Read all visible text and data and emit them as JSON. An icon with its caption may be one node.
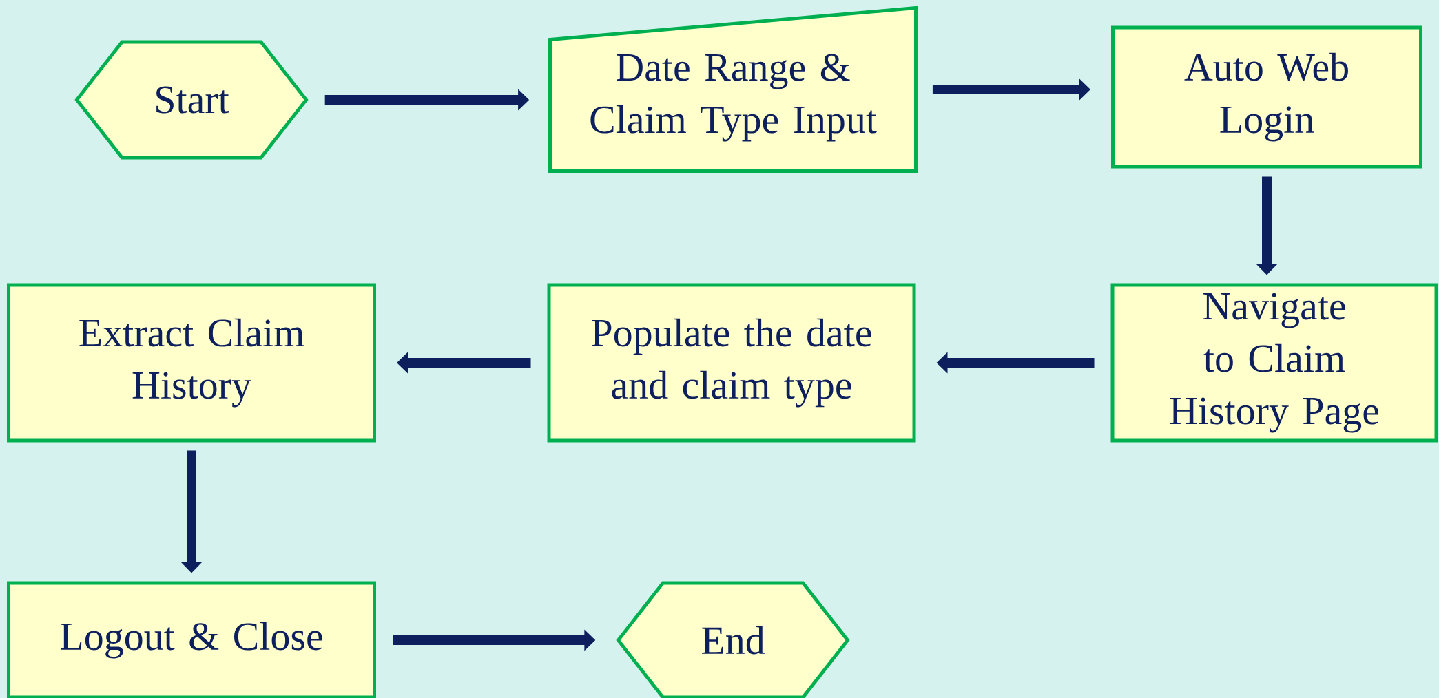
{
  "diagram": {
    "nodes": [
      {
        "text": [
          "Start"
        ]
      },
      {
        "text": [
          "Date Range & Claim Type Input"
        ]
      },
      {
        "text": [
          "Auto Web Login"
        ]
      },
      {
        "text": [
          "Navigate to Claim History Page"
        ]
      },
      {
        "text": [
          "Populate the date and claim type"
        ]
      },
      {
        "text": [
          "Extract Claim History"
        ]
      },
      {
        "text": [
          "Logout & Close"
        ]
      },
      {
        "text": [
          "End"
        ]
      }
    ],
    "edges": [
      {
        "from": 0,
        "to": 1,
        "arrow": "to"
      },
      {
        "from": 1,
        "to": 2,
        "arrow": "to"
      },
      {
        "from": 2,
        "to": 3,
        "arrow": "to"
      },
      {
        "from": 3,
        "to": 4,
        "arrow": "to"
      },
      {
        "from": 4,
        "to": 5,
        "arrow": "to"
      },
      {
        "from": 5,
        "to": 6,
        "arrow": "to"
      },
      {
        "from": 6,
        "to": 7,
        "arrow": "to"
      }
    ]
  }
}
